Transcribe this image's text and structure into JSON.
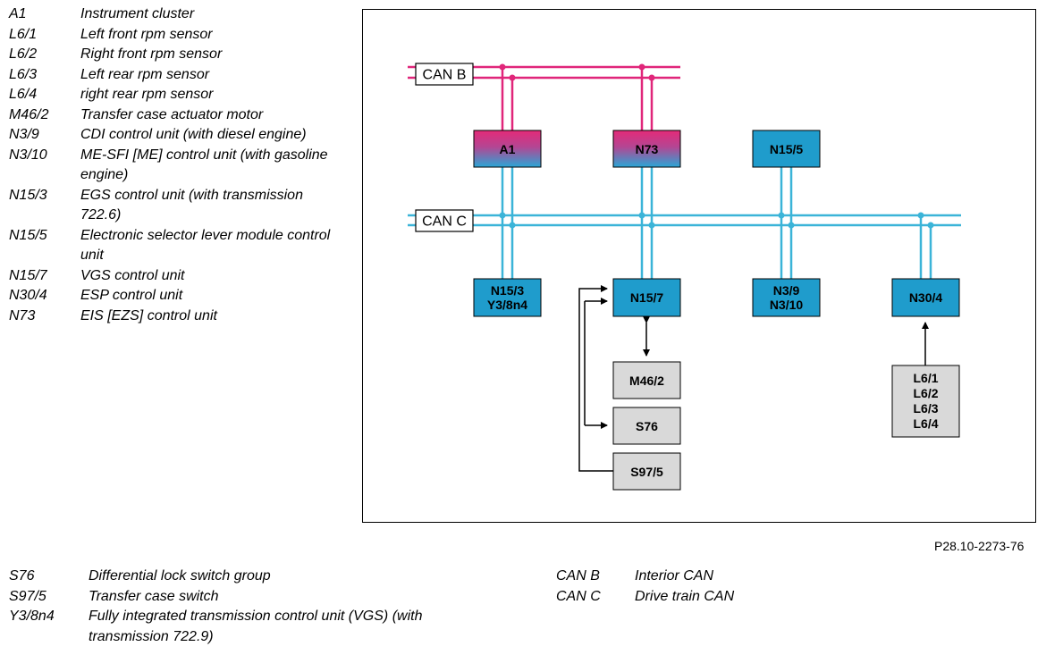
{
  "legend_top": [
    {
      "code": "A1",
      "desc": "Instrument cluster"
    },
    {
      "code": "L6/1",
      "desc": "Left front rpm sensor"
    },
    {
      "code": "L6/2",
      "desc": "Right front rpm sensor"
    },
    {
      "code": "L6/3",
      "desc": "Left rear rpm sensor"
    },
    {
      "code": "L6/4",
      "desc": "right rear rpm sensor"
    },
    {
      "code": "M46/2",
      "desc": "Transfer case actuator motor"
    },
    {
      "code": "N3/9",
      "desc": "CDI control unit (with diesel engine)"
    },
    {
      "code": "N3/10",
      "desc": "ME-SFI [ME] control unit (with gasoline engine)"
    },
    {
      "code": "N15/3",
      "desc": "EGS control unit (with transmission 722.6)"
    },
    {
      "code": "N15/5",
      "desc": "Electronic selector lever module control unit"
    },
    {
      "code": "N15/7",
      "desc": "VGS control unit"
    },
    {
      "code": "N30/4",
      "desc": "ESP control unit"
    },
    {
      "code": "N73",
      "desc": "EIS [EZS] control unit"
    }
  ],
  "legend_bottom_left": [
    {
      "code": "S76",
      "desc": "Differential lock switch group"
    },
    {
      "code": "S97/5",
      "desc": "Transfer case switch"
    },
    {
      "code": "Y3/8n4",
      "desc": "Fully integrated transmission control unit (VGS) (with transmission 722.9)"
    }
  ],
  "legend_bottom_right": [
    {
      "code": "CAN B",
      "desc": "Interior CAN"
    },
    {
      "code": "CAN C",
      "desc": "Drive train CAN"
    }
  ],
  "figure_ref": "P28.10-2273-76",
  "diagram": {
    "can_b_label": "CAN B",
    "can_c_label": "CAN C",
    "boxes": {
      "a1": [
        "A1"
      ],
      "n73": [
        "N73"
      ],
      "n15_5": [
        "N15/5"
      ],
      "n15_3": [
        "N15/3",
        "Y3/8n4"
      ],
      "n15_7": [
        "N15/7"
      ],
      "n3": [
        "N3/9",
        "N3/10"
      ],
      "n30_4": [
        "N30/4"
      ],
      "m46_2": [
        "M46/2"
      ],
      "s76": [
        "S76"
      ],
      "s97_5": [
        "S97/5"
      ],
      "sensors": [
        "L6/1",
        "L6/2",
        "L6/3",
        "L6/4"
      ]
    },
    "colors": {
      "can_b": "#e0267a",
      "can_c": "#3bb4d8",
      "module": "#1f9ccc",
      "peripheral": "#d9d9d9"
    }
  }
}
